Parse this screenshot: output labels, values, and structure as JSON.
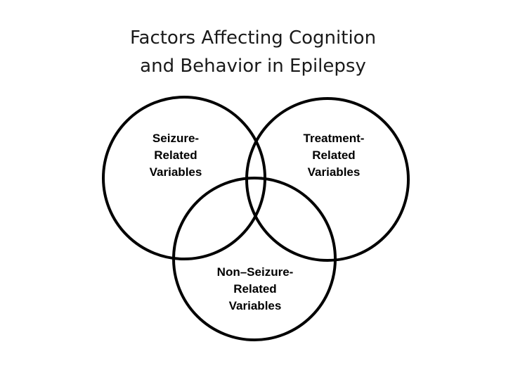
{
  "title": {
    "line1": "Factors Affecting Cognition",
    "line2": "and Behavior in Epilepsy"
  },
  "venn": {
    "circles": [
      {
        "id": "seizure",
        "lines": [
          "Seizure-",
          "Related",
          "Variables"
        ]
      },
      {
        "id": "treatment",
        "lines": [
          "Treatment-",
          "Related",
          "Variables"
        ]
      },
      {
        "id": "nonseizure",
        "lines": [
          "Non–Seizure-",
          "Related",
          "Variables"
        ]
      }
    ],
    "stroke_color": "#000000"
  }
}
